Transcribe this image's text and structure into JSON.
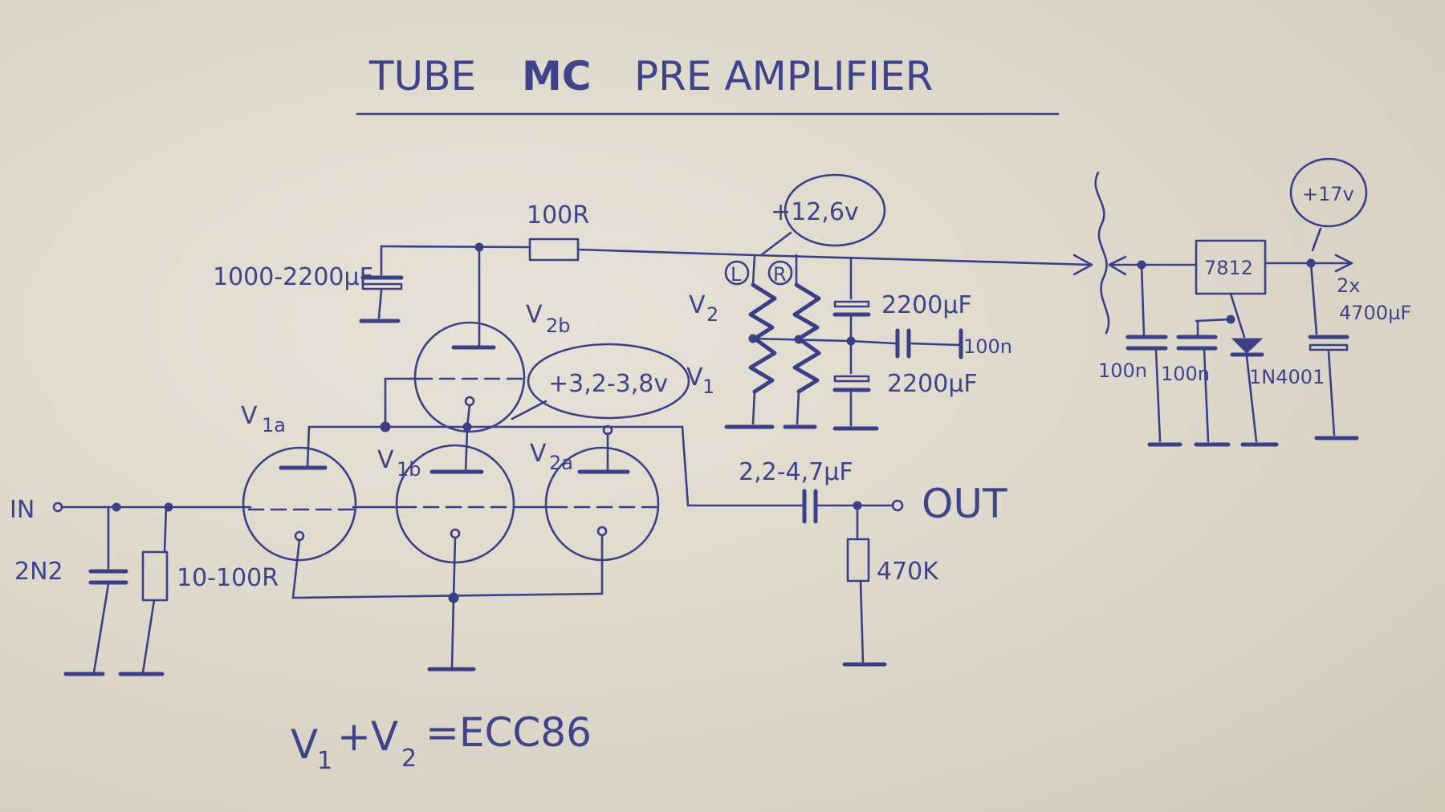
{
  "title": {
    "pre": "TUBE",
    "bold": "MC",
    "post": "PRE AMPLIFIER"
  },
  "labels": {
    "in": "IN",
    "out": "OUT",
    "c_in": "2N2",
    "r_in": "10-100R",
    "v1a": "V",
    "v1a_sub": "1a",
    "v1b": "V",
    "v1b_sub": "1b",
    "v2a": "V",
    "v2a_sub": "2a",
    "v2b": "V",
    "v2b_sub": "2b",
    "v1": "V",
    "v1_sub": "1",
    "v2": "V",
    "v2_sub": "2",
    "cathode_voltage": "+3,2-3,8v",
    "r_feed": "100R",
    "c_reservoir": "1000-2200µF",
    "supply_voltage": "+12,6v",
    "heater_l": "L",
    "heater_r": "R",
    "c_2200_top": "2200µF",
    "c_100n_mid": "100n",
    "c_2200_bot": "2200µF",
    "c_out": "2,2-4,7µF",
    "r_out": "470K",
    "regulator": "7812",
    "reg_in_c1": "100n",
    "reg_in_c2": "100n",
    "diode": "1N4001",
    "reg_out_voltage": "+17v",
    "reg_out_c_count": "2x",
    "reg_out_c": "4700µF",
    "tube_note": "V",
    "tube_note_sub1": "1",
    "tube_note_plus": "+V",
    "tube_note_sub2": "2",
    "tube_note_eq": "=ECC86"
  },
  "colors": {
    "ink": "#3b3f86",
    "paper": "#e3dfd3"
  }
}
